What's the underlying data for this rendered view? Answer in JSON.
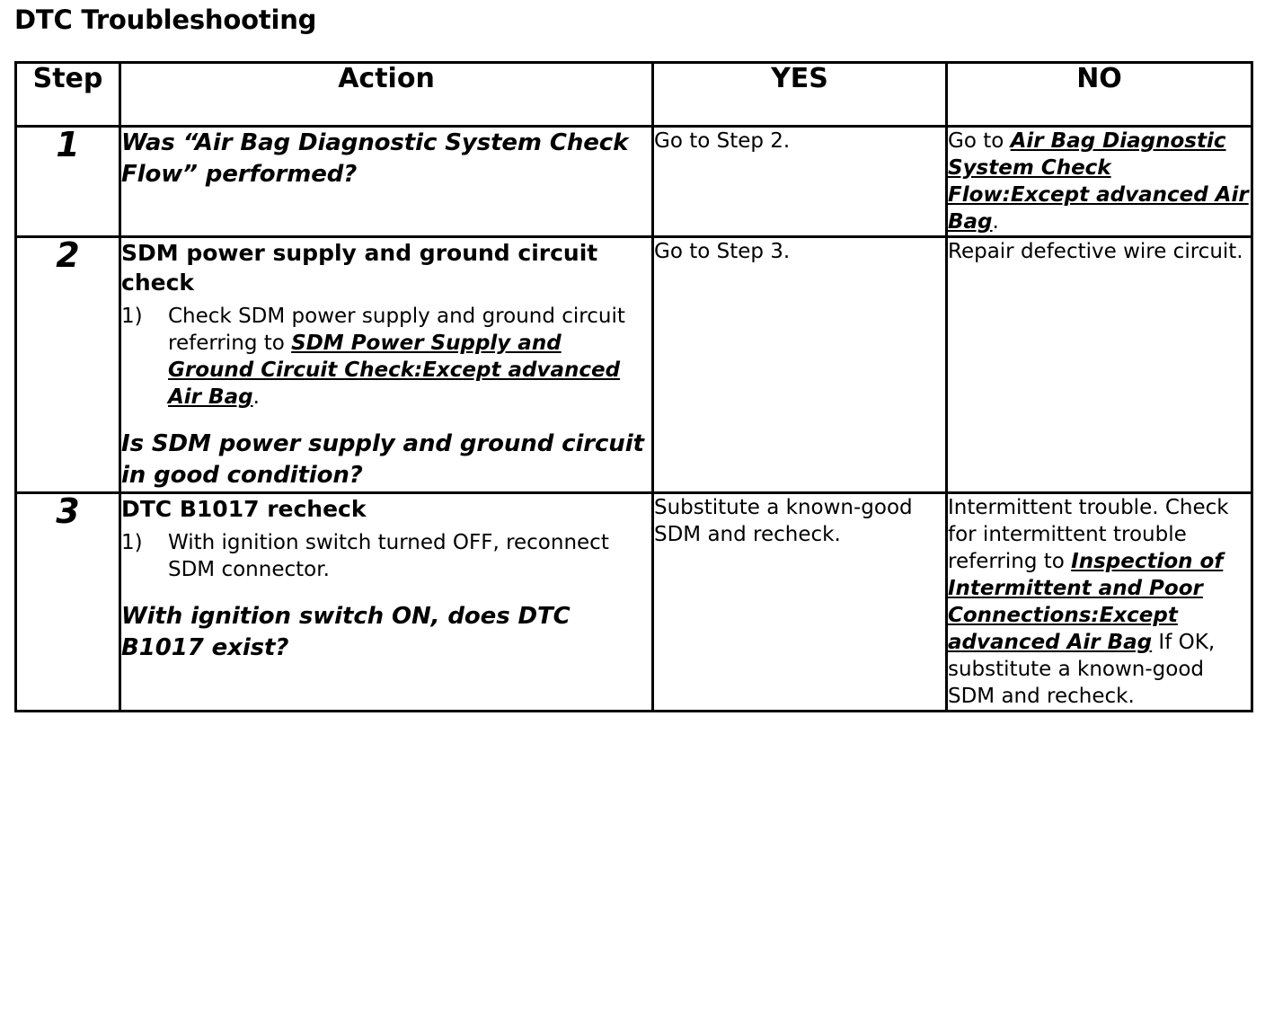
{
  "page_title": "DTC Troubleshooting",
  "table": {
    "headers": {
      "step": "Step",
      "action": "Action",
      "yes": "YES",
      "no": "NO"
    },
    "rows": [
      {
        "step": "1",
        "action": {
          "question": "Was “Air Bag Diagnostic System Check Flow” performed?"
        },
        "yes": {
          "text": "Go to Step 2."
        },
        "no": {
          "lead": "Go to ",
          "link": "Air Bag Diagnostic System Check Flow:Except advanced Air Bag",
          "tail": "."
        }
      },
      {
        "step": "2",
        "action": {
          "heading": "SDM power supply and ground circuit check",
          "list": [
            {
              "marker": "1)",
              "lead": "Check SDM power supply and ground circuit referring to ",
              "link": "SDM Power Supply and Ground Circuit Check:Except advanced Air Bag",
              "tail": "."
            }
          ],
          "question": "Is SDM power supply and ground circuit in good condition?"
        },
        "yes": {
          "text": "Go to Step 3."
        },
        "no": {
          "lead": "Repair defective wire circuit.",
          "link": "",
          "tail": ""
        }
      },
      {
        "step": "3",
        "action": {
          "heading": "DTC B1017 recheck",
          "list": [
            {
              "marker": "1)",
              "lead": "With ignition switch turned OFF, reconnect SDM connector.",
              "link": "",
              "tail": ""
            }
          ],
          "question": "With ignition switch ON, does DTC B1017 exist?"
        },
        "yes": {
          "text": "Substitute a known-good SDM and recheck."
        },
        "no": {
          "lead": "Intermittent trouble. Check for intermittent trouble referring to ",
          "link": "Inspection of Intermittent and Poor Connections:Except advanced Air Bag",
          "tail": " If OK, substitute a known-good SDM and recheck."
        }
      }
    ]
  },
  "colors": {
    "text": "#000000",
    "border": "#000000",
    "background": "#ffffff"
  }
}
